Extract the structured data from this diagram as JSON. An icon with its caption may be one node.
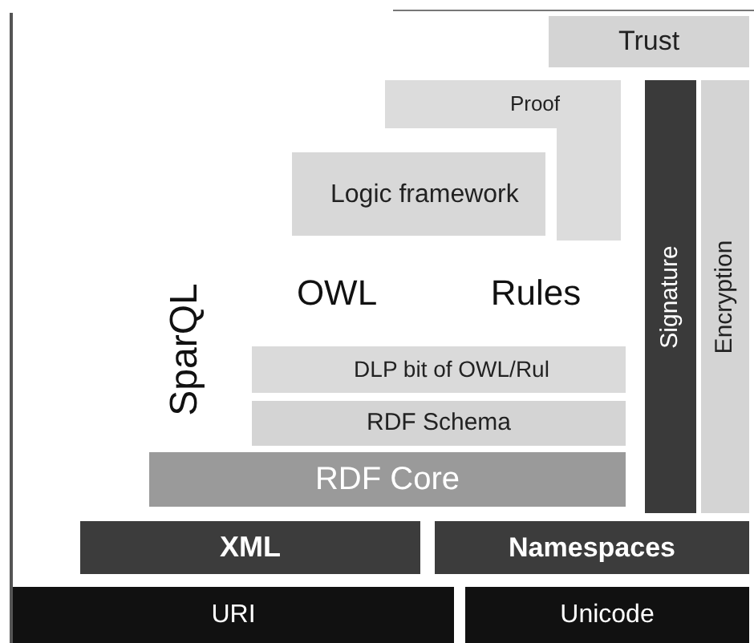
{
  "diagram": {
    "nodes": [
      {
        "text": [
          "Trust"
        ]
      },
      {
        "text": [
          "Proof"
        ]
      },
      {
        "text": [
          "Signature"
        ]
      },
      {
        "text": [
          "Encryption"
        ]
      },
      {
        "text": [
          "Logic framework"
        ]
      },
      {
        "text": [
          "DLP bit of OWL/Rul"
        ]
      },
      {
        "text": [
          "RDF Schema"
        ]
      },
      {
        "text": [
          "RDF Core"
        ]
      },
      {
        "text": [
          "XML"
        ]
      },
      {
        "text": [
          "Namespaces"
        ]
      },
      {
        "text": [
          "URI"
        ]
      },
      {
        "text": [
          "Unicode"
        ]
      }
    ],
    "labels": [
      "SparQL",
      "OWL",
      "Rules"
    ]
  }
}
